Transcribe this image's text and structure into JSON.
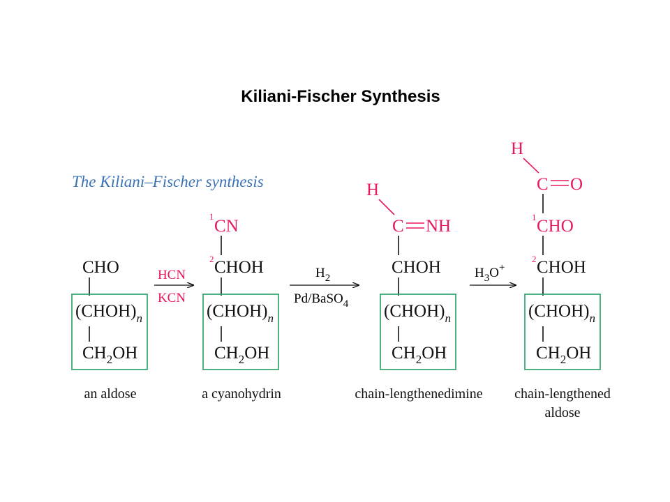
{
  "title": "Kiliani-Fischer Synthesis",
  "subtitle": "The Kiliani–Fischer synthesis",
  "colors": {
    "red": "#e8185c",
    "green": "#20a060",
    "blue": "#3a73b5",
    "text": "#111111"
  },
  "compounds": [
    {
      "caption": "an aldose",
      "groups": {
        "top": "CHO",
        "chain": "(CHOH)",
        "chain_sub": "n",
        "ch2oh_a": "CH",
        "ch2oh_sub": "2",
        "ch2oh_b": "OH"
      }
    },
    {
      "caption": "a cyanohydrin",
      "numbers": [
        "1",
        "2"
      ],
      "groups": {
        "cn": "CN",
        "chohh": "CHOH",
        "chain": "(CHOH)",
        "chain_sub": "n",
        "ch2oh_a": "CH",
        "ch2oh_sub": "2",
        "ch2oh_b": "OH"
      }
    },
    {
      "caption": "chain-lengthenedimine",
      "groups": {
        "h": "H",
        "c": "C",
        "nh": "NH",
        "chohh": "CHOH",
        "chain": "(CHOH)",
        "chain_sub": "n",
        "ch2oh_a": "CH",
        "ch2oh_sub": "2",
        "ch2oh_b": "OH"
      }
    },
    {
      "caption_lines": [
        "chain-lengthened",
        "aldose"
      ],
      "numbers": [
        "1",
        "2"
      ],
      "groups": {
        "h": "H",
        "c": "C",
        "o": "O",
        "cho": "CHO",
        "chohh": "CHOH",
        "chain": "(CHOH)",
        "chain_sub": "n",
        "ch2oh_a": "CH",
        "ch2oh_sub": "2",
        "ch2oh_b": "OH"
      }
    }
  ],
  "reagents": {
    "step1_top": "HCN",
    "step1_bottom": "KCN",
    "step2_top_a": "H",
    "step2_top_sub": "2",
    "step2_bottom_a": "Pd/BaSO",
    "step2_bottom_sub": "4",
    "step3_a": "H",
    "step3_sub": "3",
    "step3_b": "O",
    "step3_sup": "+"
  }
}
